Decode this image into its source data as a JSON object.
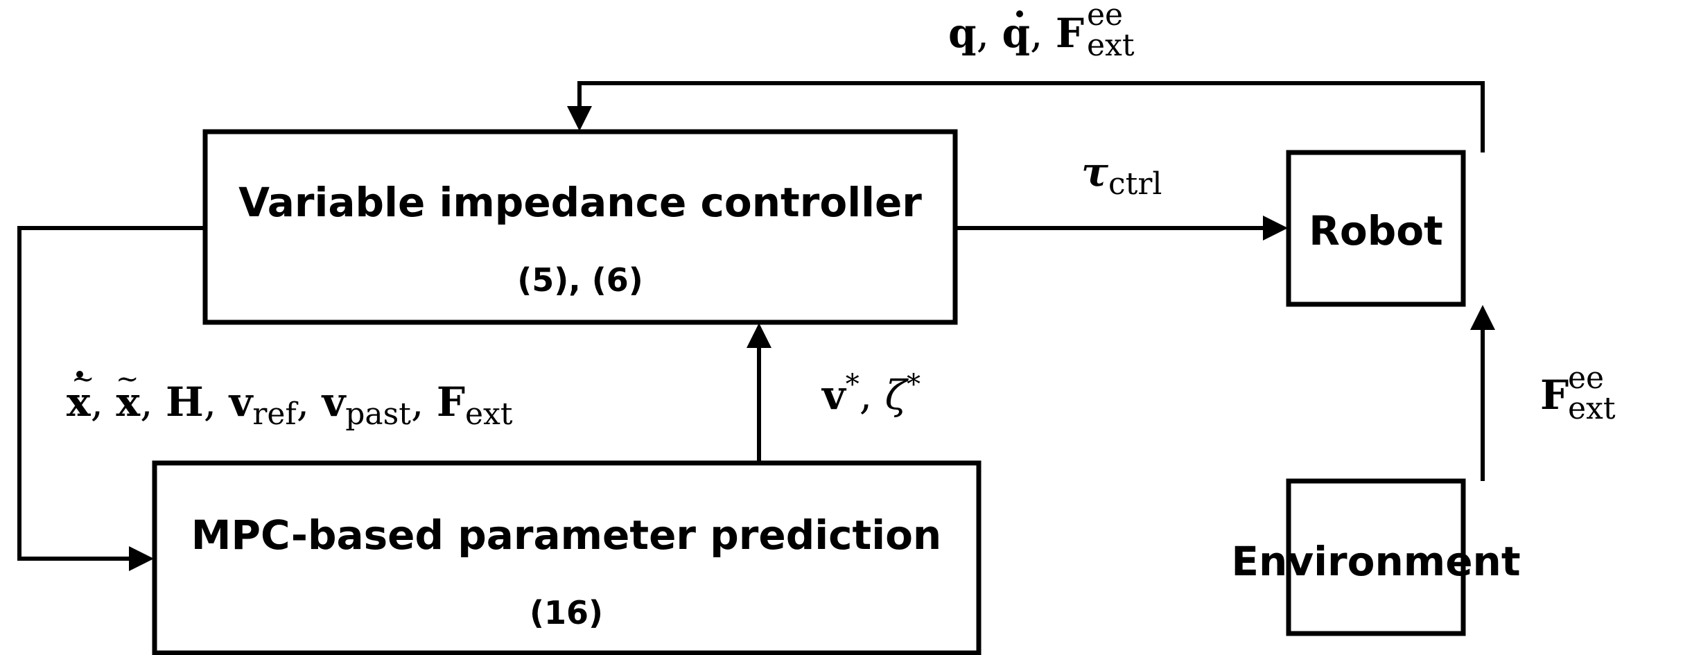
{
  "blocks": {
    "controller": {
      "title": "Variable impedance controller",
      "ref": "(5), (6)"
    },
    "mpc": {
      "title": "MPC-based parameter prediction",
      "ref": "(16)"
    },
    "robot": {
      "title": "Robot"
    },
    "environment": {
      "title": "Environment"
    }
  },
  "signals": {
    "feedback": {
      "q": "q",
      "sep1": ", ",
      "qdot": "q",
      "sep2": ", ",
      "F": "F",
      "sup": "ee",
      "sub": "ext"
    },
    "torque": {
      "sym": "τ",
      "sub": "ctrl"
    },
    "mpc_inputs": {
      "xdot": "x",
      "s1": ", ",
      "xt": "x",
      "s2": ", ",
      "H": "H",
      "s3": ", ",
      "v1": "v",
      "v1sub": "ref",
      "s4": ", ",
      "v2": "v",
      "v2sub": "past",
      "s5": ", ",
      "F": "F",
      "Fsub": "ext"
    },
    "mpc_outputs": {
      "v": "v",
      "vsup": "*",
      "sep": ", ",
      "zeta": "ζ",
      "zsup": "*"
    },
    "env_force": {
      "F": "F",
      "sup": "ee",
      "sub": "ext"
    }
  }
}
